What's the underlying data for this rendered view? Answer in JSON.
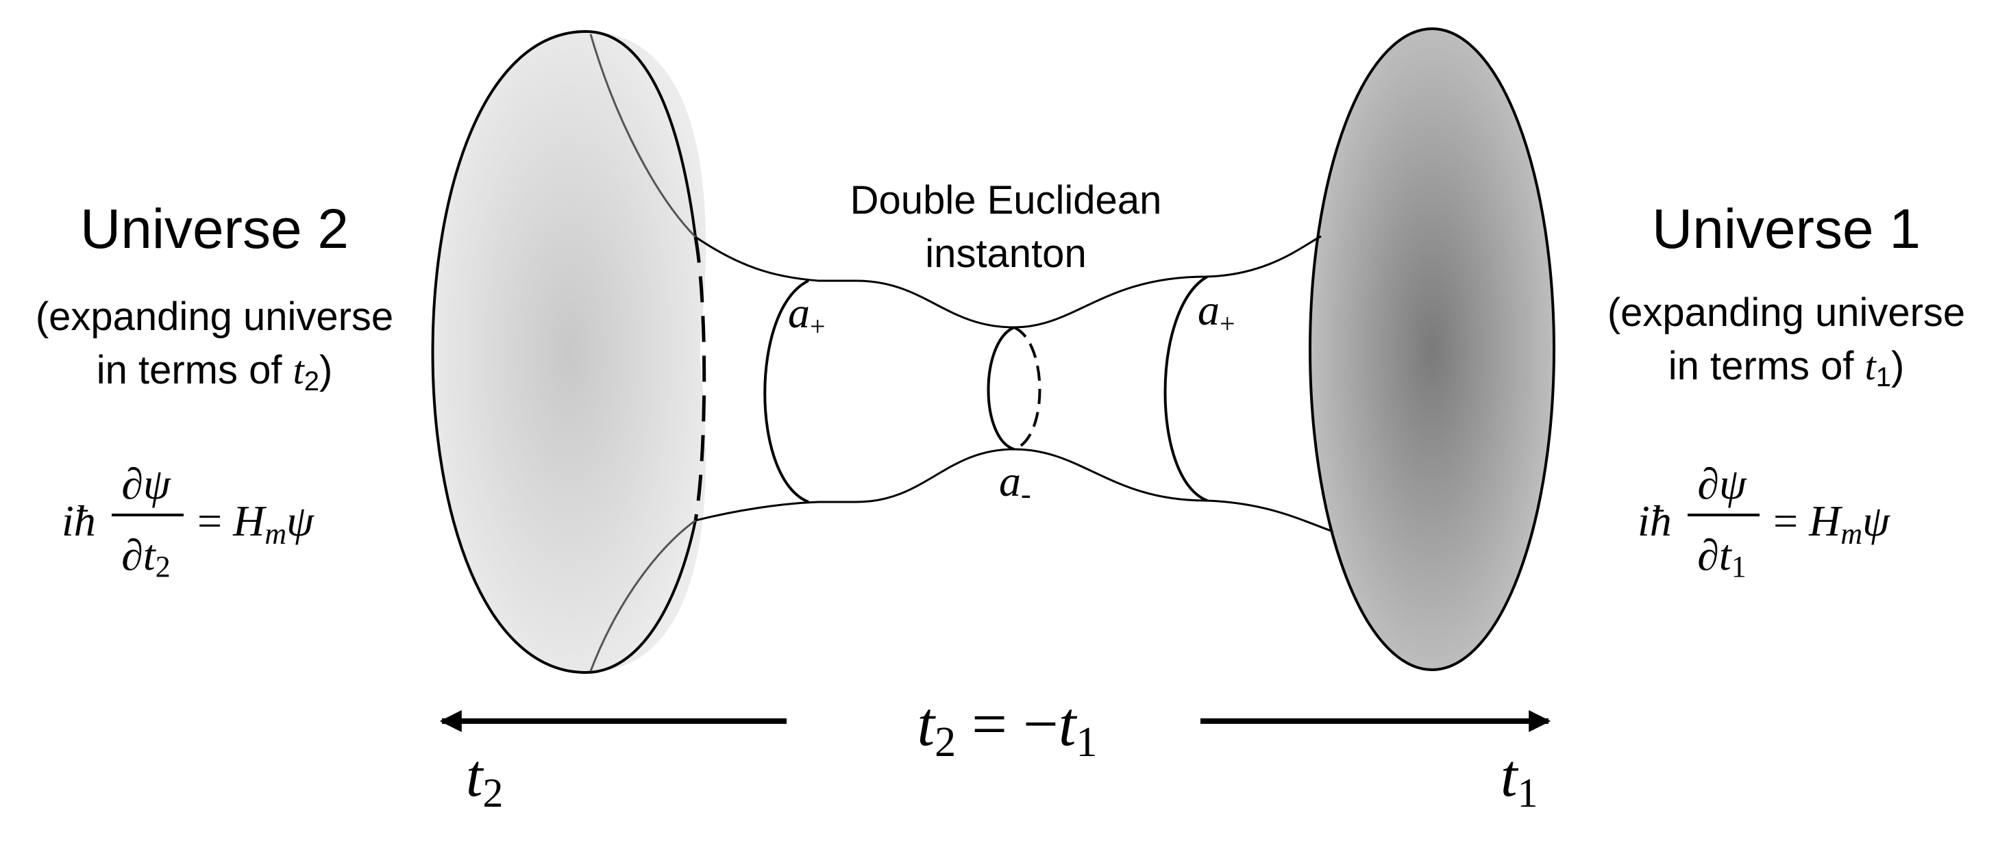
{
  "left_universe": {
    "title": "Universe 2",
    "desc_line1": "(expanding universe",
    "desc_line2_prefix": "in terms of ",
    "desc_var": "t",
    "desc_sub": "2",
    "desc_suffix": ")",
    "eq": {
      "ihbar": "iħ",
      "numerator": "∂ψ",
      "denom": "∂t",
      "denom_sub": "2",
      "rhs": "= ",
      "rhs_H": "H",
      "rhs_sub": "m",
      "rhs_psi": "ψ"
    }
  },
  "right_universe": {
    "title": "Universe 1",
    "desc_line1": "(expanding universe",
    "desc_line2_prefix": "in terms of ",
    "desc_var": "t",
    "desc_sub": "1",
    "desc_suffix": ")",
    "eq": {
      "ihbar": "iħ",
      "numerator": "∂ψ",
      "denom": "∂t",
      "denom_sub": "1",
      "rhs": "= ",
      "rhs_H": "H",
      "rhs_sub": "m",
      "rhs_psi": "ψ"
    }
  },
  "instanton": {
    "label_line1": "Double Euclidean",
    "label_line2": "instanton",
    "a_plus_left": {
      "base": "a",
      "sub": "+"
    },
    "a_plus_right": {
      "base": "a",
      "sub": "+"
    },
    "a_minus": {
      "base": "a",
      "sub": "-"
    }
  },
  "time_axis": {
    "relation": {
      "lhs": "t",
      "lhs_sub": "2",
      "mid": " = −",
      "rhs": "t",
      "rhs_sub": "1"
    },
    "left_label": {
      "base": "t",
      "sub": "2"
    },
    "right_label": {
      "base": "t",
      "sub": "1"
    }
  },
  "colors": {
    "left_disc_center": "#c8c8c8",
    "left_disc_edge": "#ececec",
    "right_disc_center": "#7a7a7a",
    "right_disc_edge": "#c4c4c4",
    "stroke": "#000000"
  }
}
